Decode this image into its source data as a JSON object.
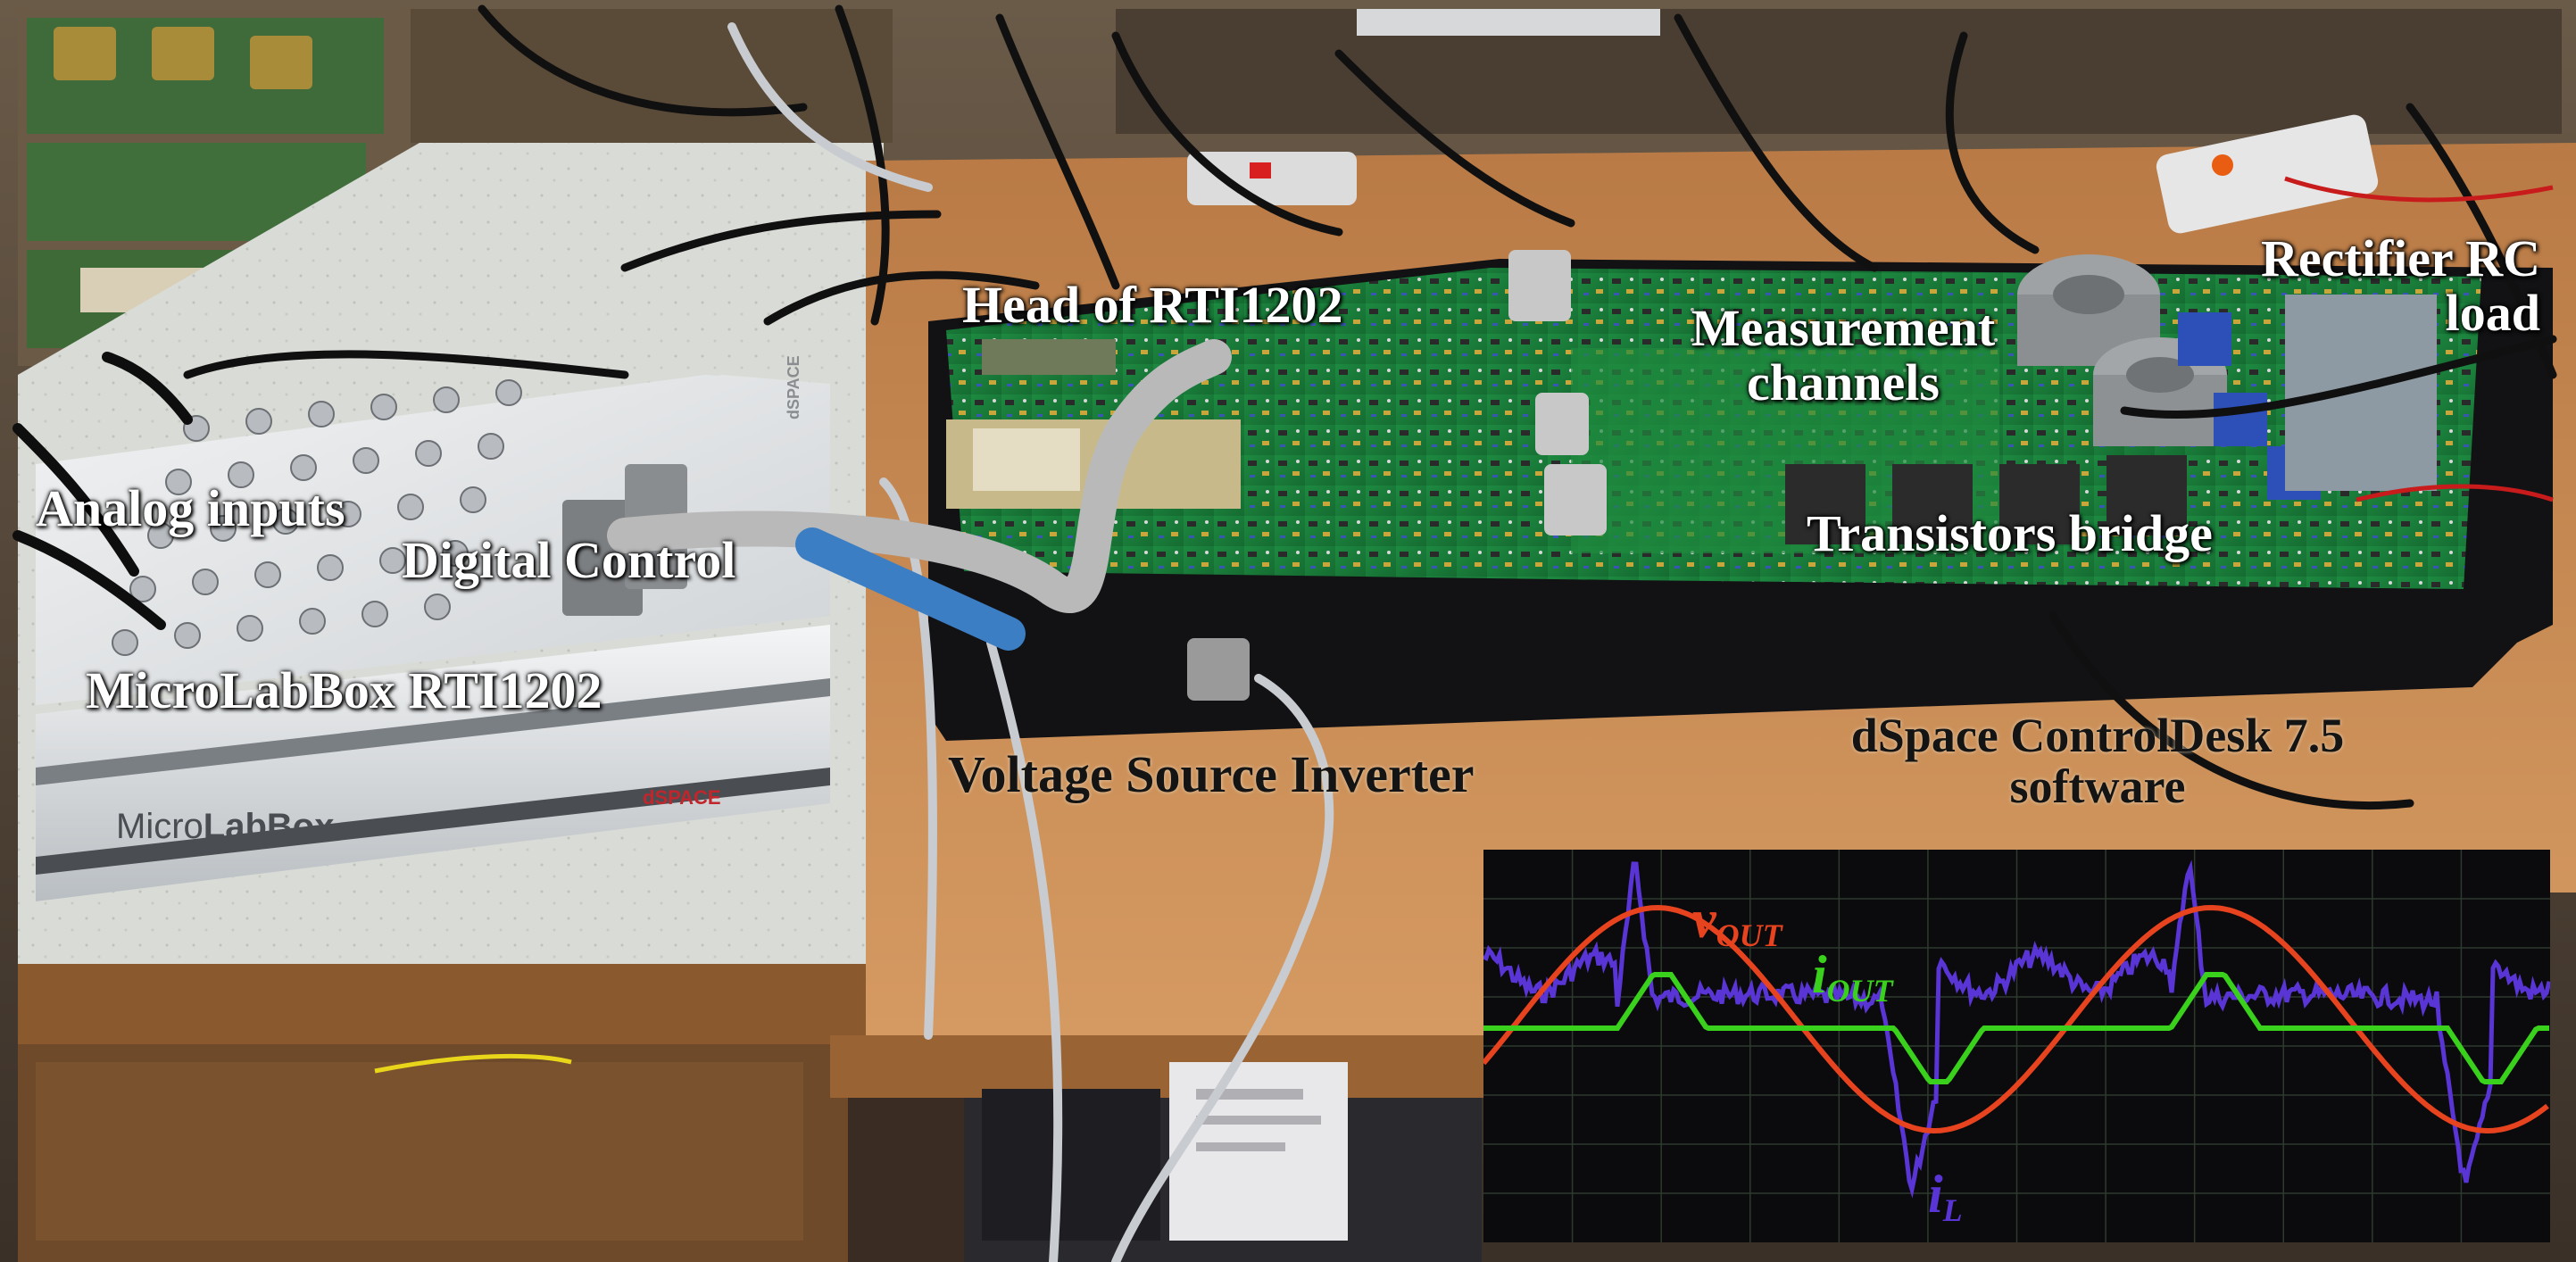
{
  "labels": {
    "analog_inputs": "Analog inputs",
    "digital_control": "Digital Control",
    "microlabbox_rti": "MicroLabBox RTI1202",
    "head_of_rti": "Head of RTI1202",
    "measurement_line1": "Measurement",
    "measurement_line2": "channels",
    "rectifier_line1": "Rectifier RC",
    "rectifier_line2": "load",
    "transistors_bridge": "Transistors bridge",
    "voltage_source_inverter": "Voltage Source Inverter",
    "controldesk_line1": "dSpace ControlDesk 7.5",
    "controldesk_line2": "software"
  },
  "device_text": {
    "front_micro": "Micro",
    "front_labbox": "LabBox",
    "front_brand": "dSPACE",
    "top_brand": "dSPACE"
  },
  "scope": {
    "v_out_symbol": "v",
    "v_out_sub": "OUT",
    "i_out_symbol": "i",
    "i_out_sub": "OUT",
    "i_l_symbol": "i",
    "i_l_sub": "L",
    "colors": {
      "v_out": "#e8431f",
      "i_out": "#39d11c",
      "i_l": "#5a35d6",
      "background": "#0b0b0d",
      "grid": "#2e3a2e"
    }
  },
  "colors": {
    "pcb": "#1f7a3a",
    "desk": "#c98b54",
    "dspace_box": "#e6e8ea"
  }
}
